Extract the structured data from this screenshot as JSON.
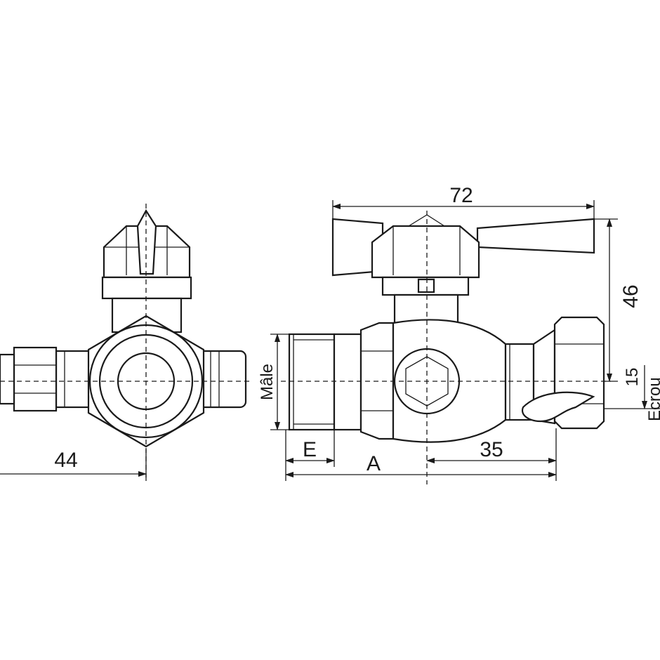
{
  "dimensions": {
    "width_overall": "72",
    "height_handle": "46",
    "offset": "15",
    "length_to_axis": "35",
    "end_view_half": "44",
    "thread_length": "E",
    "total_length": "A",
    "male_thread": "Mâle",
    "nut_thread": "Ecrou"
  }
}
